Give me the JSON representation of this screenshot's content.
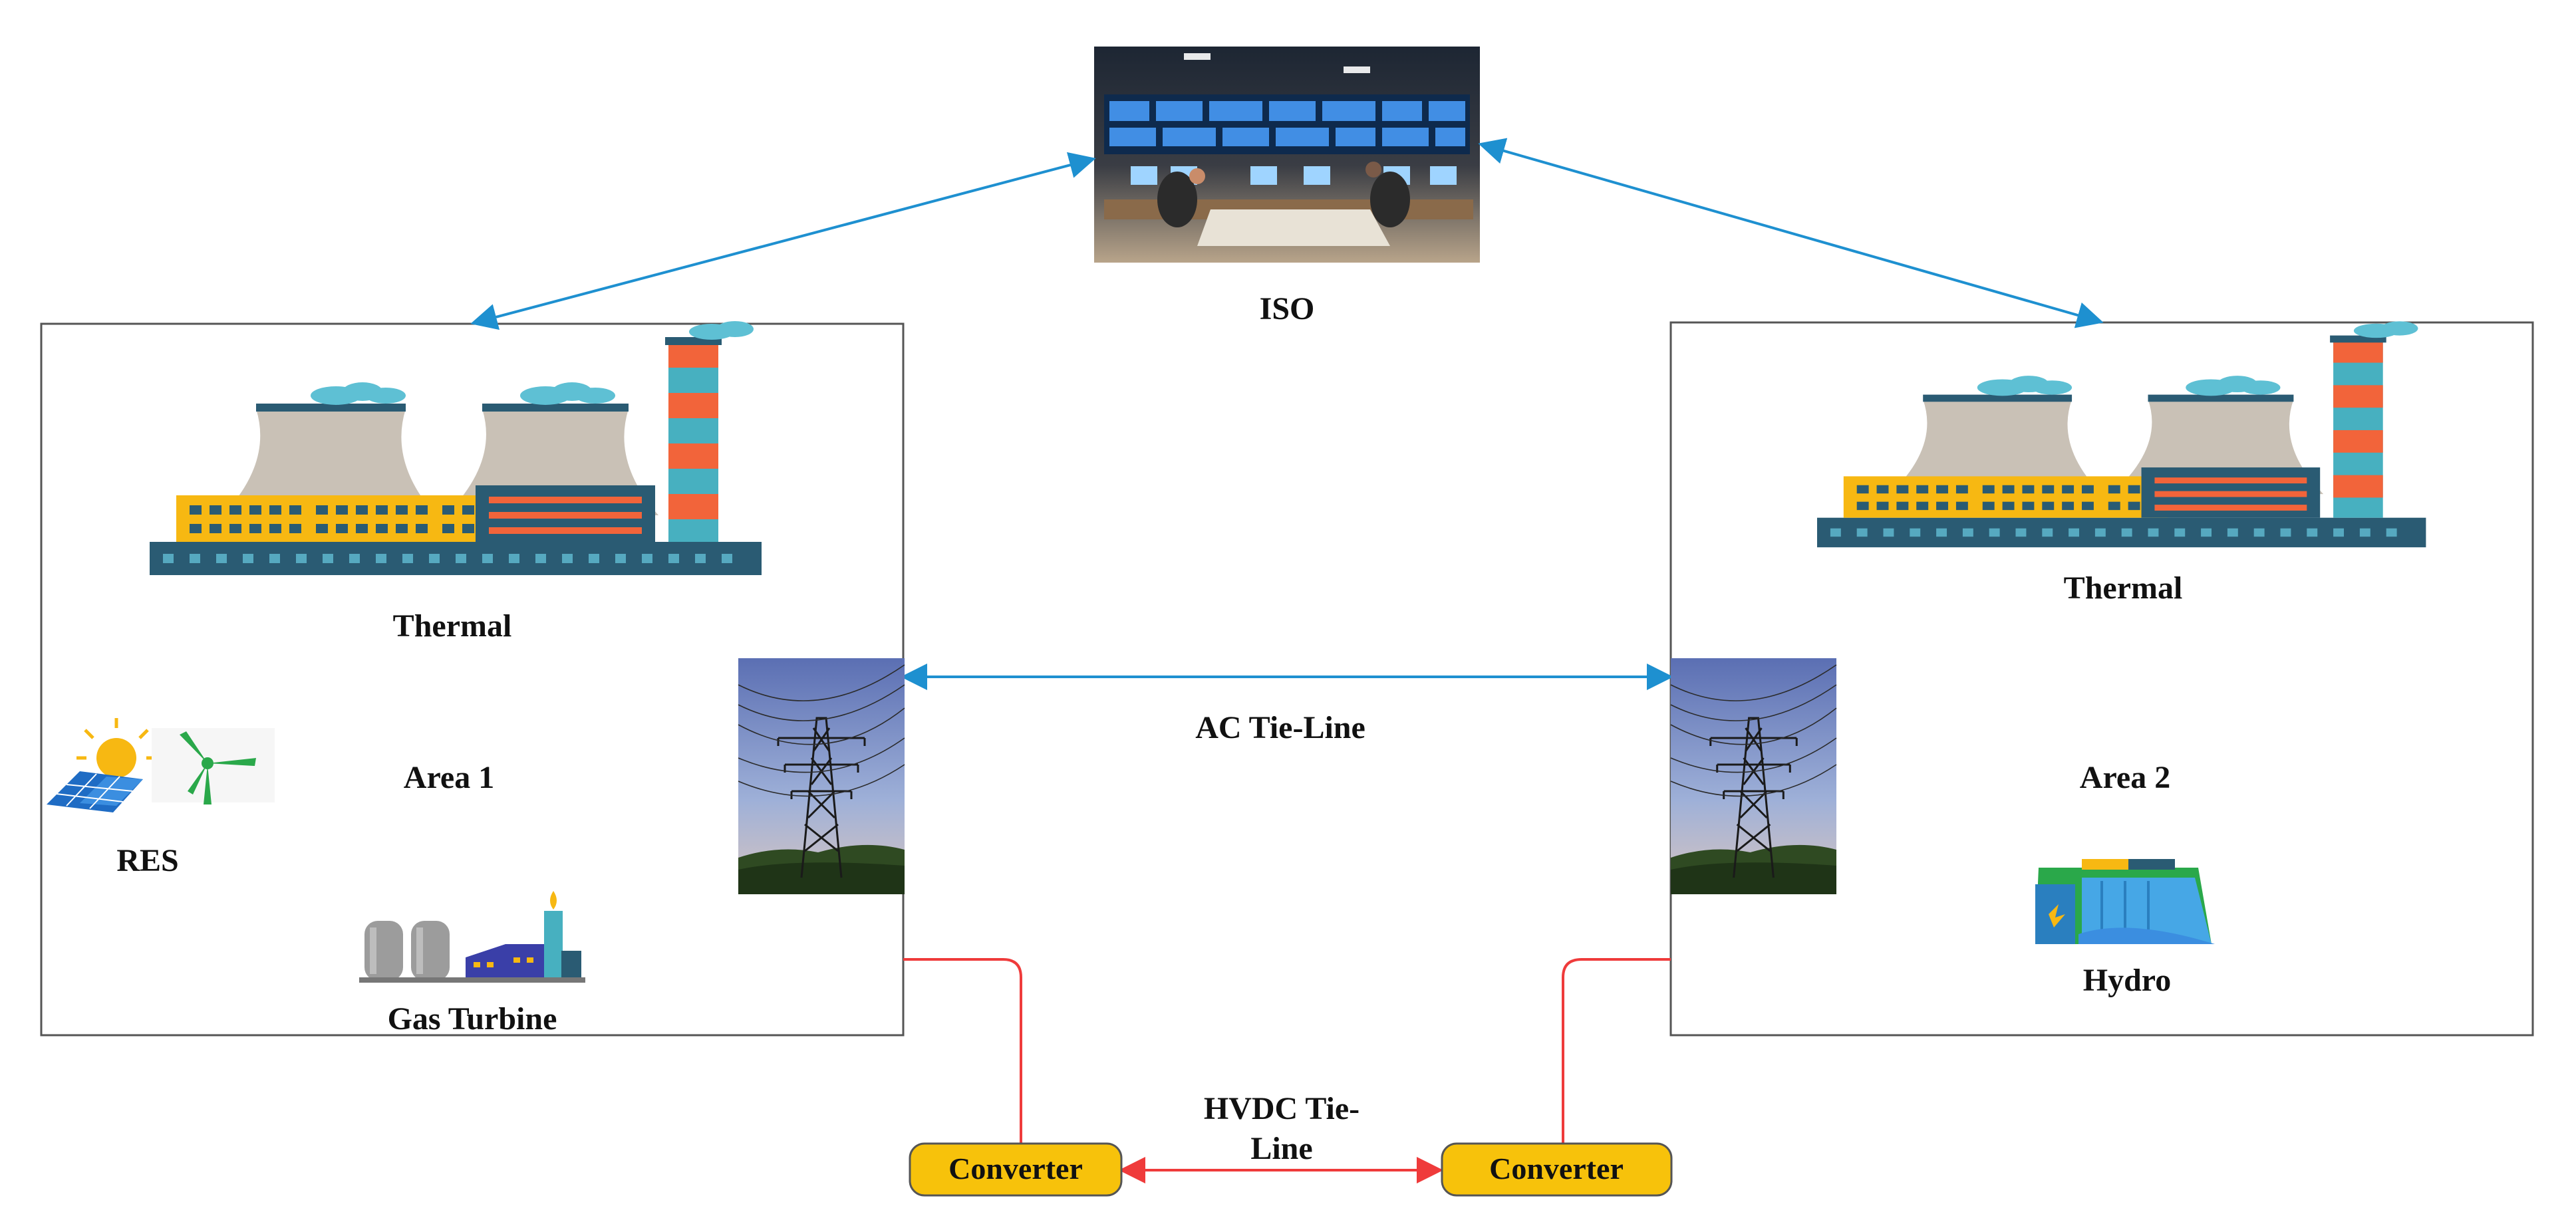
{
  "labels": {
    "iso": "ISO",
    "area1": "Area 1",
    "area2": "Area 2",
    "thermal1": "Thermal",
    "thermal2": "Thermal",
    "res": "RES",
    "gas_turbine": "Gas Turbine",
    "hydro": "Hydro",
    "ac_tie_line": "AC Tie-Line",
    "hvdc_line1": "HVDC Tie-",
    "hvdc_line2": "Line",
    "converter_left": "Converter",
    "converter_right": "Converter"
  },
  "colors": {
    "comm_arrow": "#1e90d0",
    "hvdc_line": "#ef3b3b",
    "converter_fill": "#f7c20b",
    "plant_teal": "#2a5b73",
    "plant_yellow": "#f7b812",
    "plant_grey": "#c9c1b6",
    "chimney_orange": "#f2643a",
    "chimney_teal": "#47b0c0",
    "cloud": "#5ec0d4"
  }
}
